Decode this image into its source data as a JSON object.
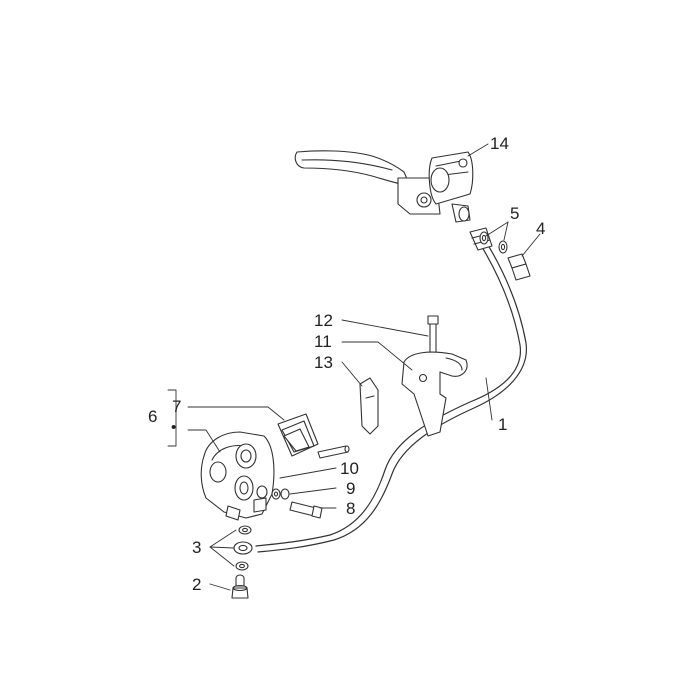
{
  "colors": {
    "line": "#333333",
    "fill": "#ffffff",
    "shade": "#d9d9d9"
  },
  "labels": {
    "l1": "1",
    "l2": "2",
    "l3": "3",
    "l4": "4",
    "l5": "5",
    "l6": "6",
    "l7": "7",
    "l8": "8",
    "l9": "9",
    "l10": "10",
    "l11": "11",
    "l12": "12",
    "l13": "13",
    "l14": "14",
    "bullet": "•"
  }
}
